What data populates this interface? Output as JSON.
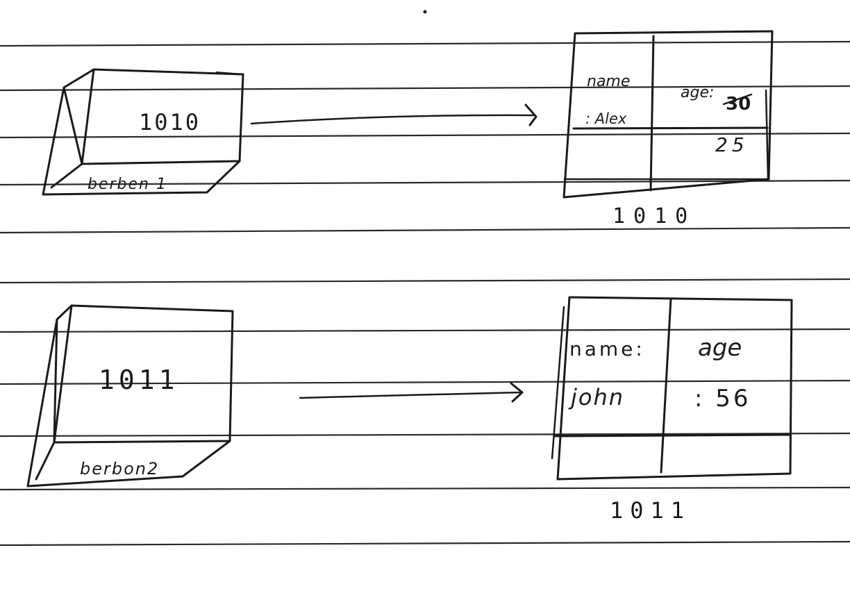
{
  "diagram": {
    "person1": {
      "variable_label": "berben 1",
      "stored_value": "1010",
      "object": {
        "name_label": "name",
        "name_value": ": Alex",
        "age_label": "age:",
        "age_old_value": "30",
        "age_new_value": "25",
        "address": "1010"
      }
    },
    "person2": {
      "variable_label": "berbon2",
      "stored_value": "1011",
      "object": {
        "name_label": "name:",
        "name_value": "john",
        "age_label": "age",
        "age_value": ": 56",
        "address": "1011"
      }
    }
  }
}
